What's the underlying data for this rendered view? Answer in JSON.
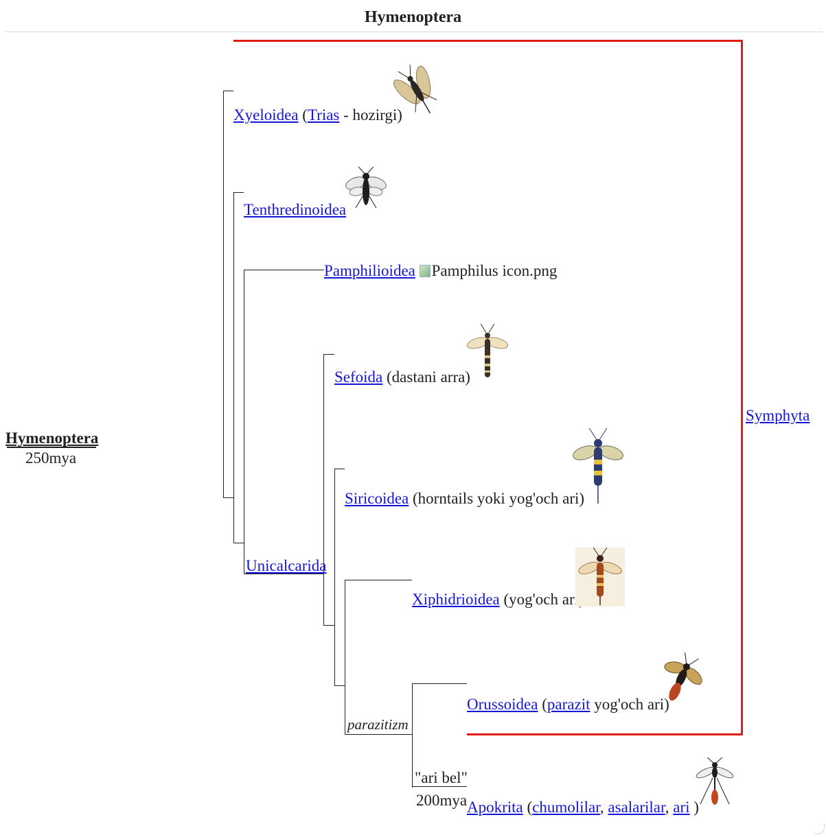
{
  "title": "Hymenoptera",
  "root": {
    "name": "Hymenoptera",
    "age": "250mya"
  },
  "clade_symphyta": "Symphyta",
  "taxa": {
    "xyeloidea": {
      "name": "Xyeloidea",
      "paren_open": " (",
      "period": "Trias",
      "rest": " - hozirgi)"
    },
    "tenthredinoidea": {
      "name": "Tenthredinoidea"
    },
    "pamphilioidea": {
      "name": "Pamphilioidea",
      "image_alt": "Pamphilus icon.png"
    },
    "sefoida": {
      "name": "Sefoida",
      "desc": " (dastani arra)"
    },
    "siricoidea": {
      "name": "Siricoidea",
      "desc": " (horntails yoki yog'och ari)"
    },
    "xiphidrioidea": {
      "name": "Xiphidrioidea",
      "desc": " (yog'och ari)"
    },
    "orussoidea": {
      "name": "Orussoidea",
      "paren_open": " (",
      "link": "parazit",
      "rest": " yog'och ari)"
    },
    "apokrita": {
      "name": "Apokrita",
      "paren_open": " (",
      "link1": "chumolilar",
      "sep1": ", ",
      "link2": "asalarilar",
      "sep2": ", ",
      "link3": "ari",
      "rest": " )"
    }
  },
  "nodes": {
    "unicalcarida": "Unicalcarida",
    "parazitizm": "parazitizm",
    "ari_bel": "\"ari bel\"",
    "ari_bel_age": "200mya"
  },
  "colors": {
    "link": "#1515d8",
    "highlight": "#e21b1b",
    "line": "#202122"
  },
  "icons": [
    "xyela-insect-icon",
    "tenthredo-insect-icon",
    "sefoida-insect-icon",
    "siricoidea-insect-icon",
    "xiphydria-insect-icon",
    "orussus-insect-icon",
    "apokrita-wasp-icon"
  ]
}
